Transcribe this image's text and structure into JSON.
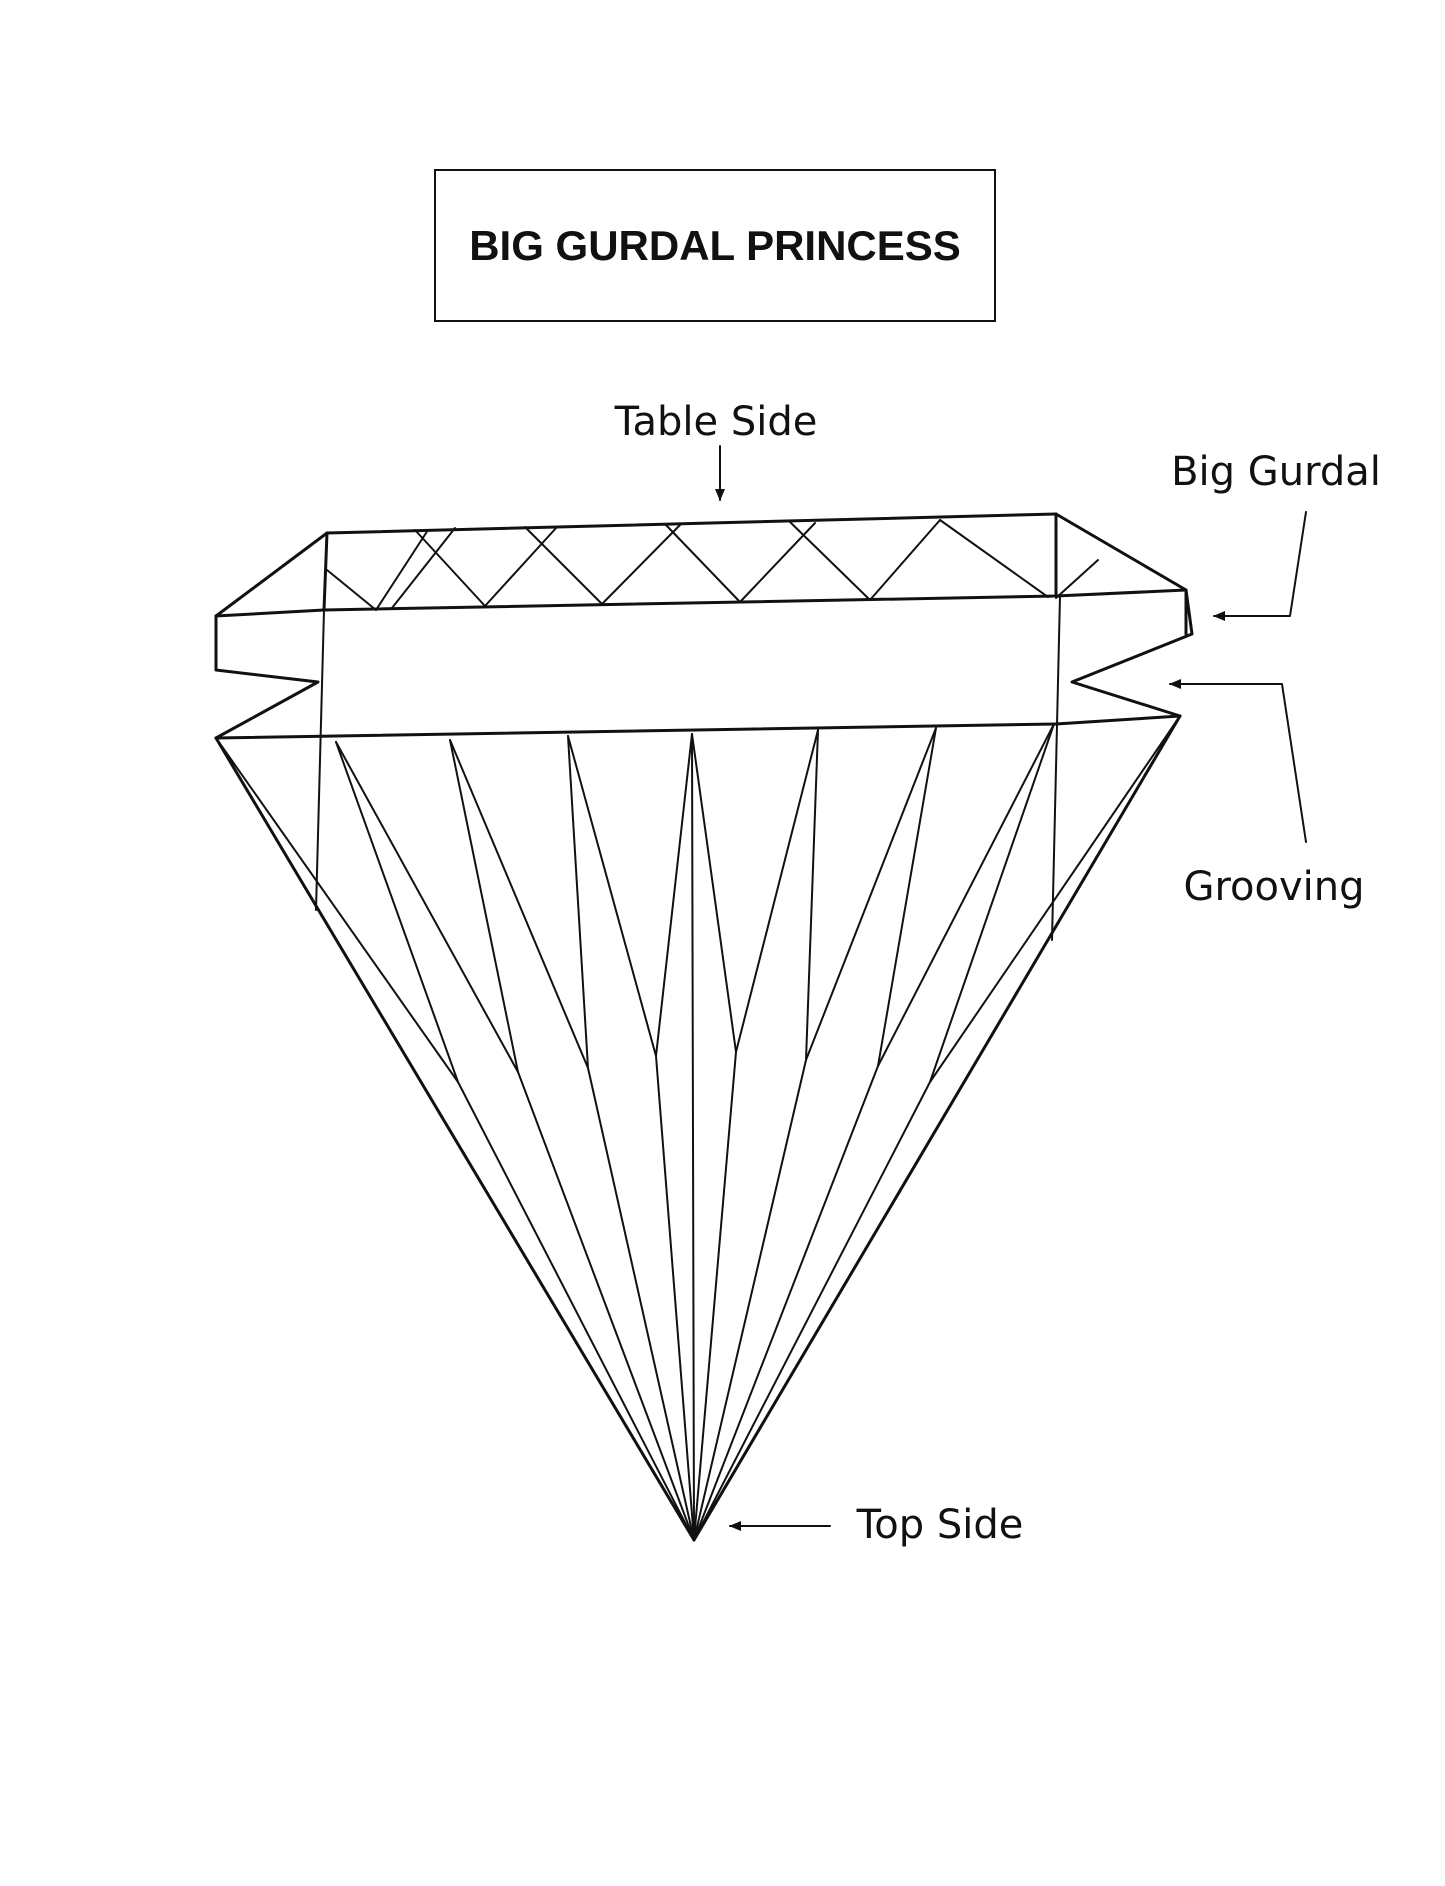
{
  "diagram": {
    "title": "BIG GURDAL PRINCESS",
    "labels": {
      "table_side": "Table Side",
      "big_gurdal": "Big Gurdal",
      "grooving": "Grooving",
      "top_side": "Top Side"
    },
    "colors": {
      "ink": "#111111",
      "paper": "#ffffff"
    }
  }
}
